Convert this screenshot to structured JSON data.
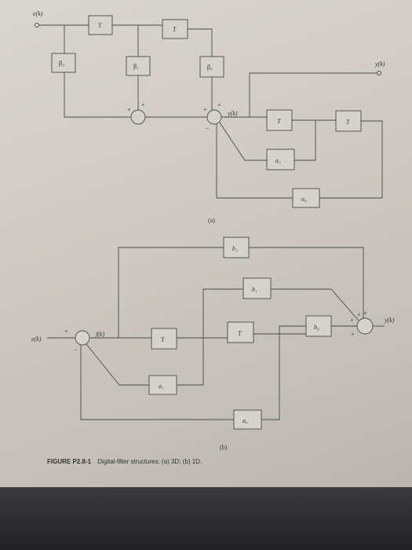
{
  "diagram_a": {
    "input_label": "e(k)",
    "output_label": "y(k)",
    "sum_output_label": "y(k)",
    "delay_label": "T",
    "beta2": "β₂",
    "beta1": "β₁",
    "beta0": "β₀",
    "alpha1": "α₁",
    "alpha0": "α₀",
    "plus": "+",
    "minus": "−",
    "sublabel": "(a)"
  },
  "diagram_b": {
    "input_label": "e(k)",
    "f_label": "f(k)",
    "output_label": "y(k)",
    "delay_label": "T",
    "b2": "b₂",
    "b1": "b₁",
    "b0": "b₀",
    "a1": "a₁",
    "a0": "a₀",
    "plus": "+",
    "minus": "−",
    "sublabel": "(b)"
  },
  "caption": {
    "figure": "FIGURE P2.8-1",
    "text": "Digital-filter structures: (a) 3D; (b) 1D."
  }
}
